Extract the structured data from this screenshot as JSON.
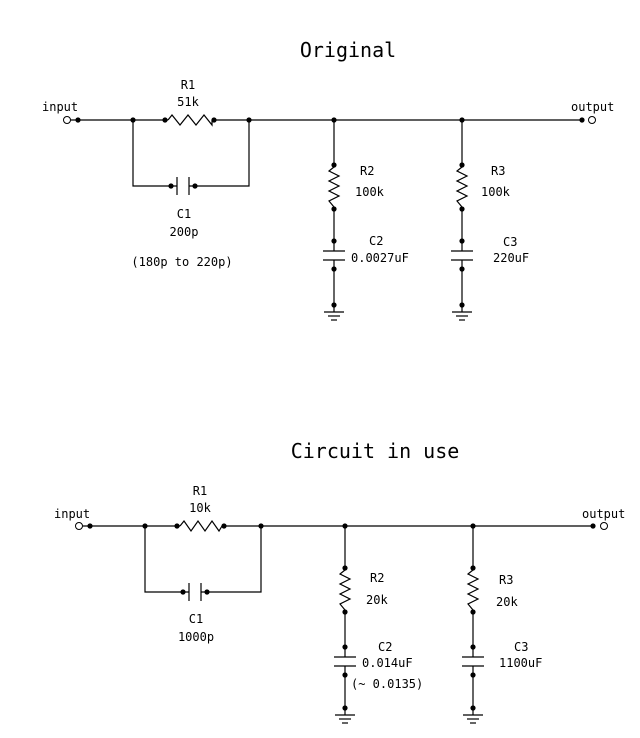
{
  "diagrams": [
    {
      "title": "Original",
      "input_label": "input",
      "output_label": "output",
      "r1": {
        "name": "R1",
        "value": "51k"
      },
      "c1": {
        "name": "C1",
        "value": "200p",
        "note": "(180p to 220p)"
      },
      "r2": {
        "name": "R2",
        "value": "100k"
      },
      "c2": {
        "name": "C2",
        "value": "0.0027uF",
        "note": ""
      },
      "r3": {
        "name": "R3",
        "value": "100k"
      },
      "c3": {
        "name": "C3",
        "value": "220uF"
      }
    },
    {
      "title": "Circuit in use",
      "input_label": "input",
      "output_label": "output",
      "r1": {
        "name": "R1",
        "value": "10k"
      },
      "c1": {
        "name": "C1",
        "value": "1000p",
        "note": ""
      },
      "r2": {
        "name": "R2",
        "value": "20k"
      },
      "c2": {
        "name": "C2",
        "value": "0.014uF",
        "note": "(~ 0.0135)"
      },
      "r3": {
        "name": "R3",
        "value": "20k"
      },
      "c3": {
        "name": "C3",
        "value": "1100uF"
      }
    }
  ]
}
